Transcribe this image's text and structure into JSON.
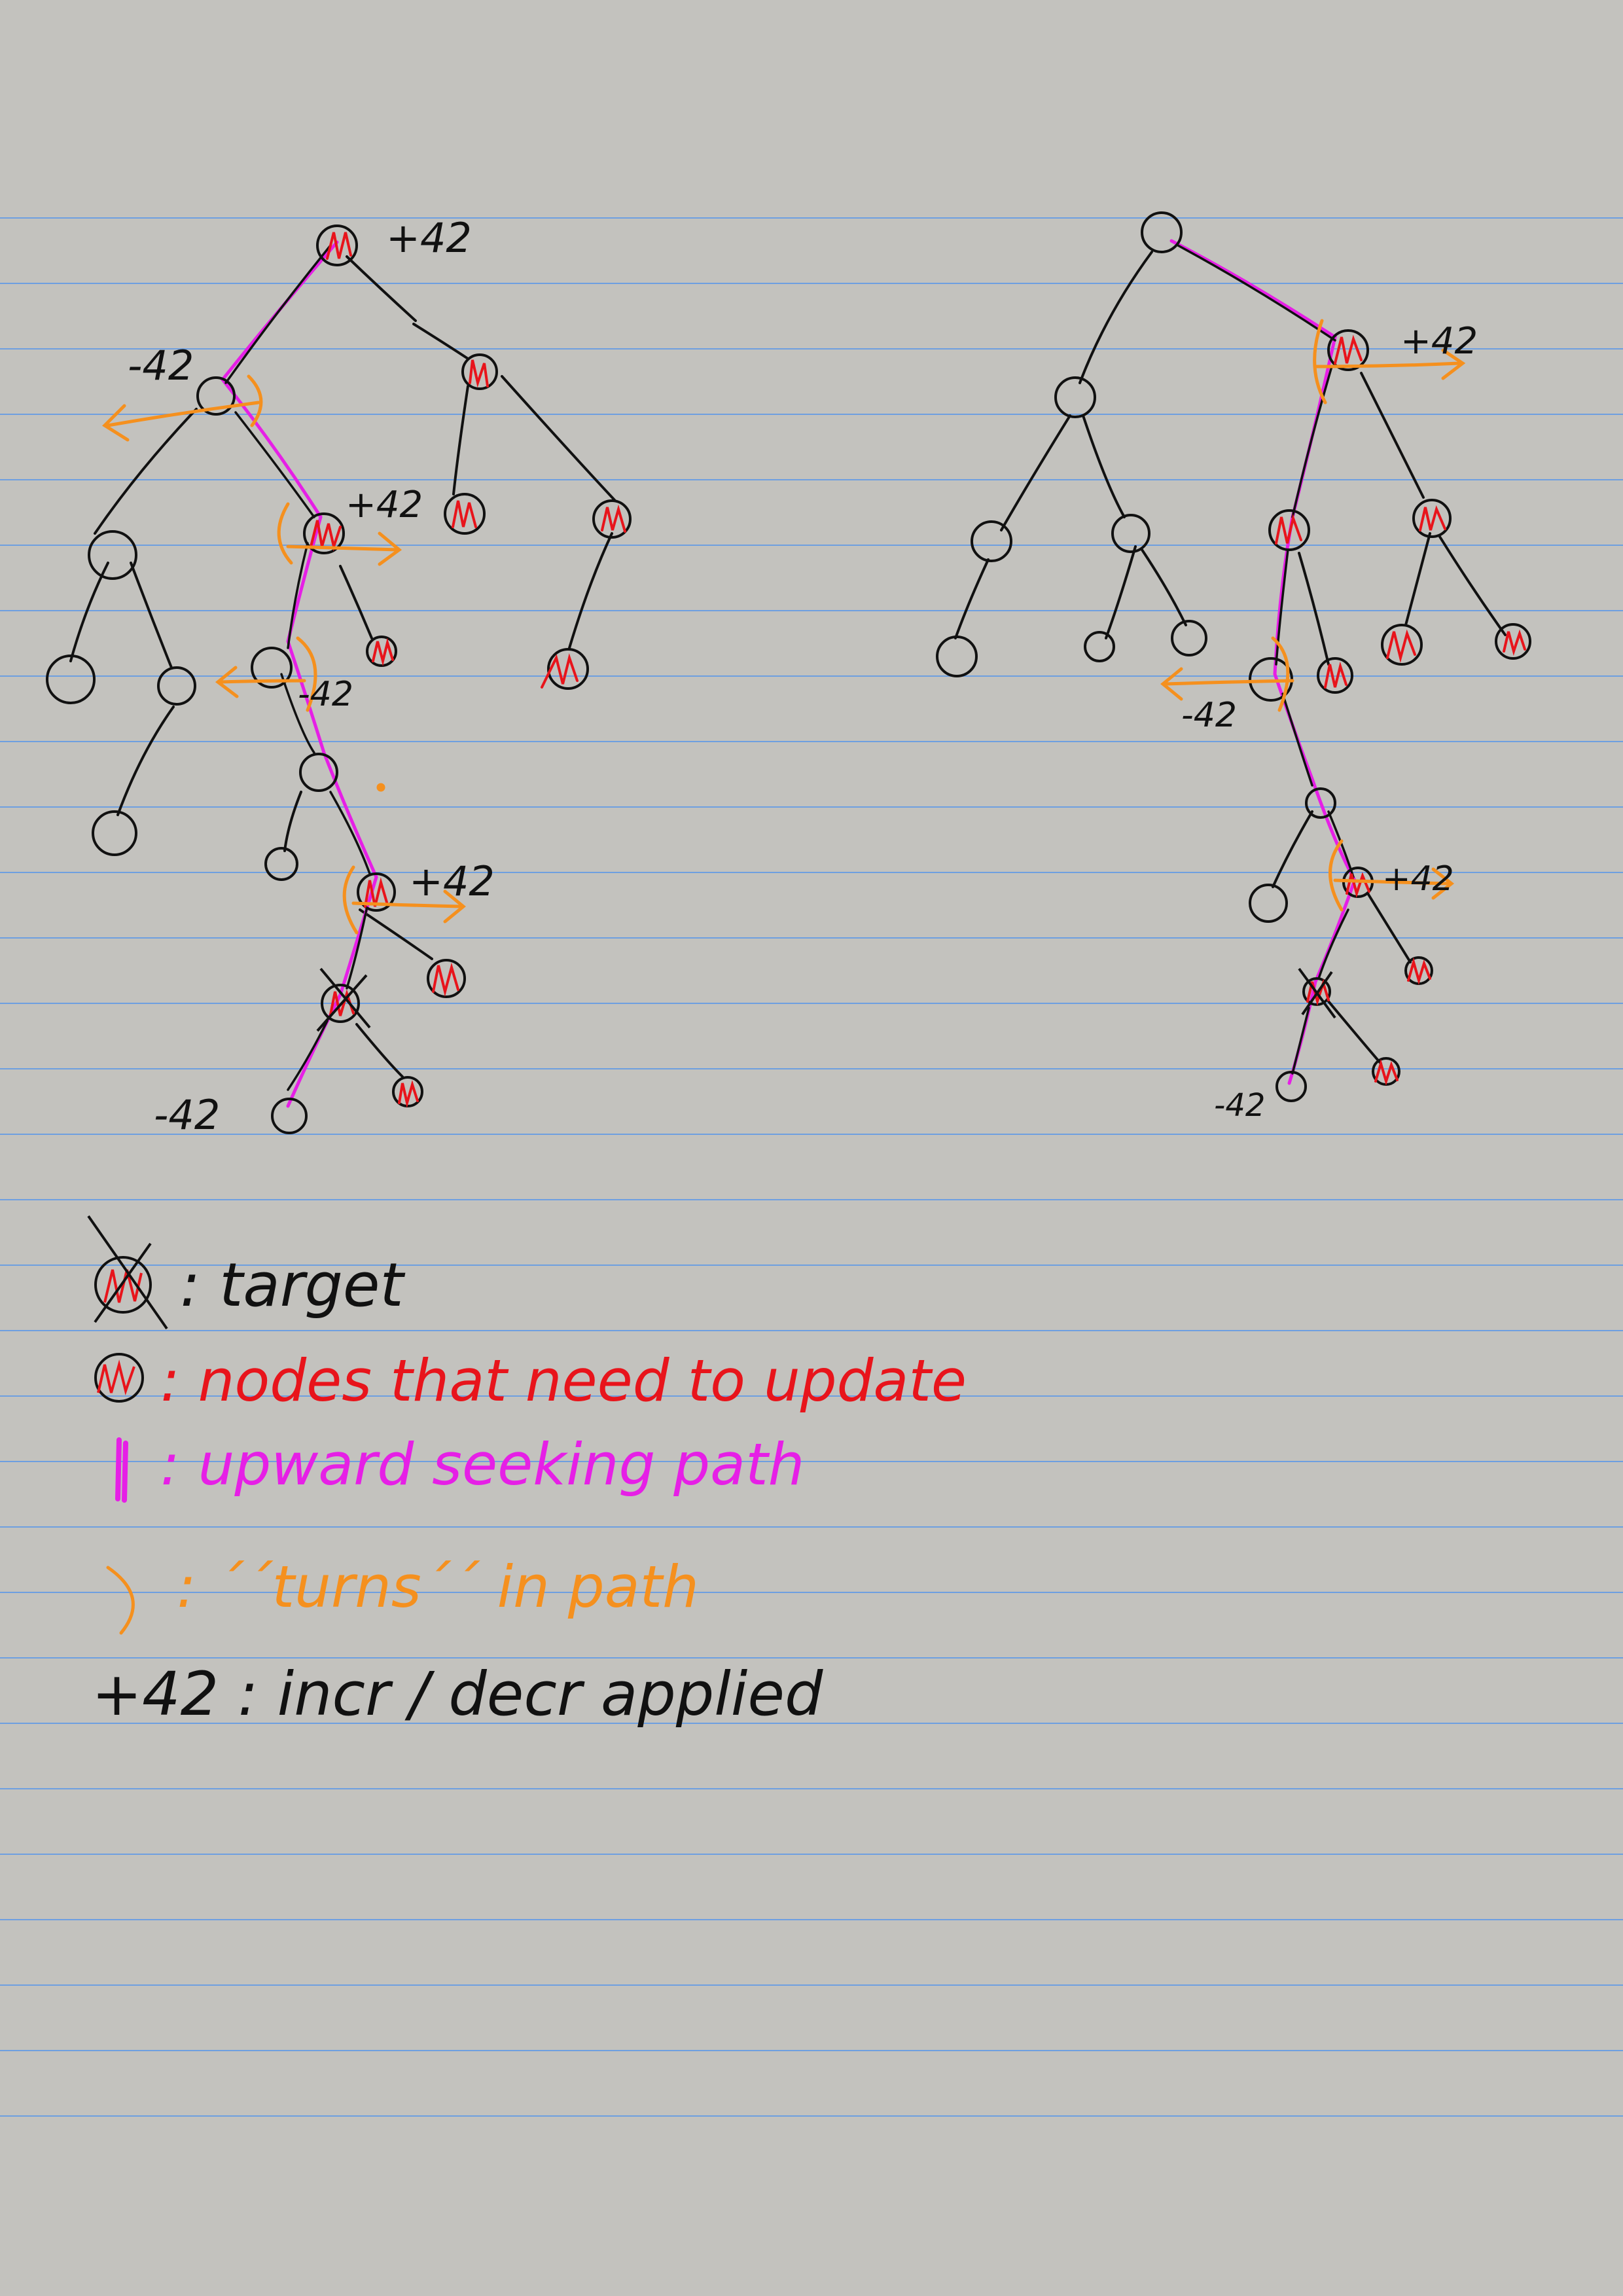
{
  "colors": {
    "paper": "#c3c2be",
    "rule": "#6e9fe0",
    "ink": "#111111",
    "update": "#e8141b",
    "path": "#e61fe6",
    "turn": "#f5901e"
  },
  "trees": {
    "left": {
      "labels": [
        "+42",
        "-42",
        "+42",
        "-42",
        "+42",
        "-42"
      ]
    },
    "right": {
      "labels": [
        "+42",
        "-42",
        "+42",
        "-42"
      ]
    }
  },
  "legend": {
    "target": ": target",
    "update": ": nodes that need to update",
    "path": ": upward seeking path",
    "turns": ": ´´turns´´ in path",
    "incr": "+42 :  incr / decr  applied"
  }
}
